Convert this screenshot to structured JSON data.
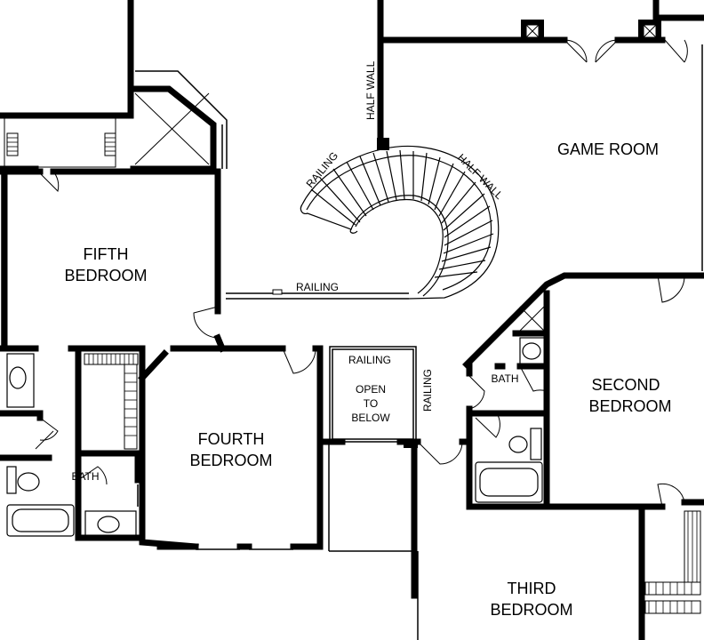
{
  "rooms": {
    "game_room": "GAME ROOM",
    "fifth_bedroom_line1": "FIFTH",
    "fifth_bedroom_line2": "BEDROOM",
    "fourth_bedroom_line1": "FOURTH",
    "fourth_bedroom_line2": "BEDROOM",
    "second_bedroom_line1": "SECOND",
    "second_bedroom_line2": "BEDROOM",
    "third_bedroom_line1": "THIRD",
    "third_bedroom_line2": "BEDROOM"
  },
  "labels": {
    "half_wall_vertical": "HALF WALL",
    "half_wall_arc": "HALF WALL",
    "railing_arc": "RAILING",
    "railing_horizontal": "RAILING",
    "railing_open": "RAILING",
    "railing_vertical": "RAILING",
    "open_to_below_line1": "OPEN",
    "open_to_below_line2": "TO",
    "open_to_below_line3": "BELOW",
    "bath_left": "BATH",
    "bath_right": "BATH"
  }
}
